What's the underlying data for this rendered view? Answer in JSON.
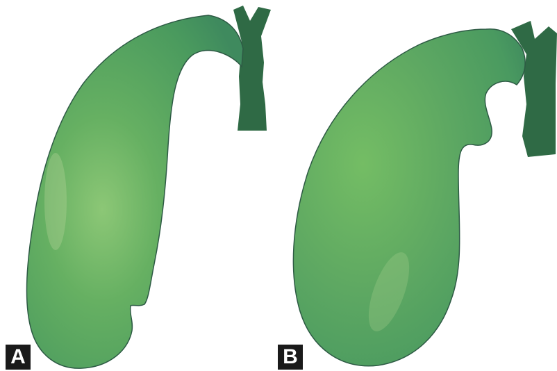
{
  "panels": [
    {
      "id": "A",
      "label": "A"
    },
    {
      "id": "B",
      "label": "B"
    }
  ],
  "colors": {
    "organ_light": "#7cc16a",
    "organ_mid": "#5aa45e",
    "organ_dark": "#3f8a5e",
    "duct": "#2f6a45",
    "outline": "#2d5a44",
    "label_bg": "#1a1a1a",
    "label_text": "#ffffff",
    "background": "#ffffff"
  }
}
